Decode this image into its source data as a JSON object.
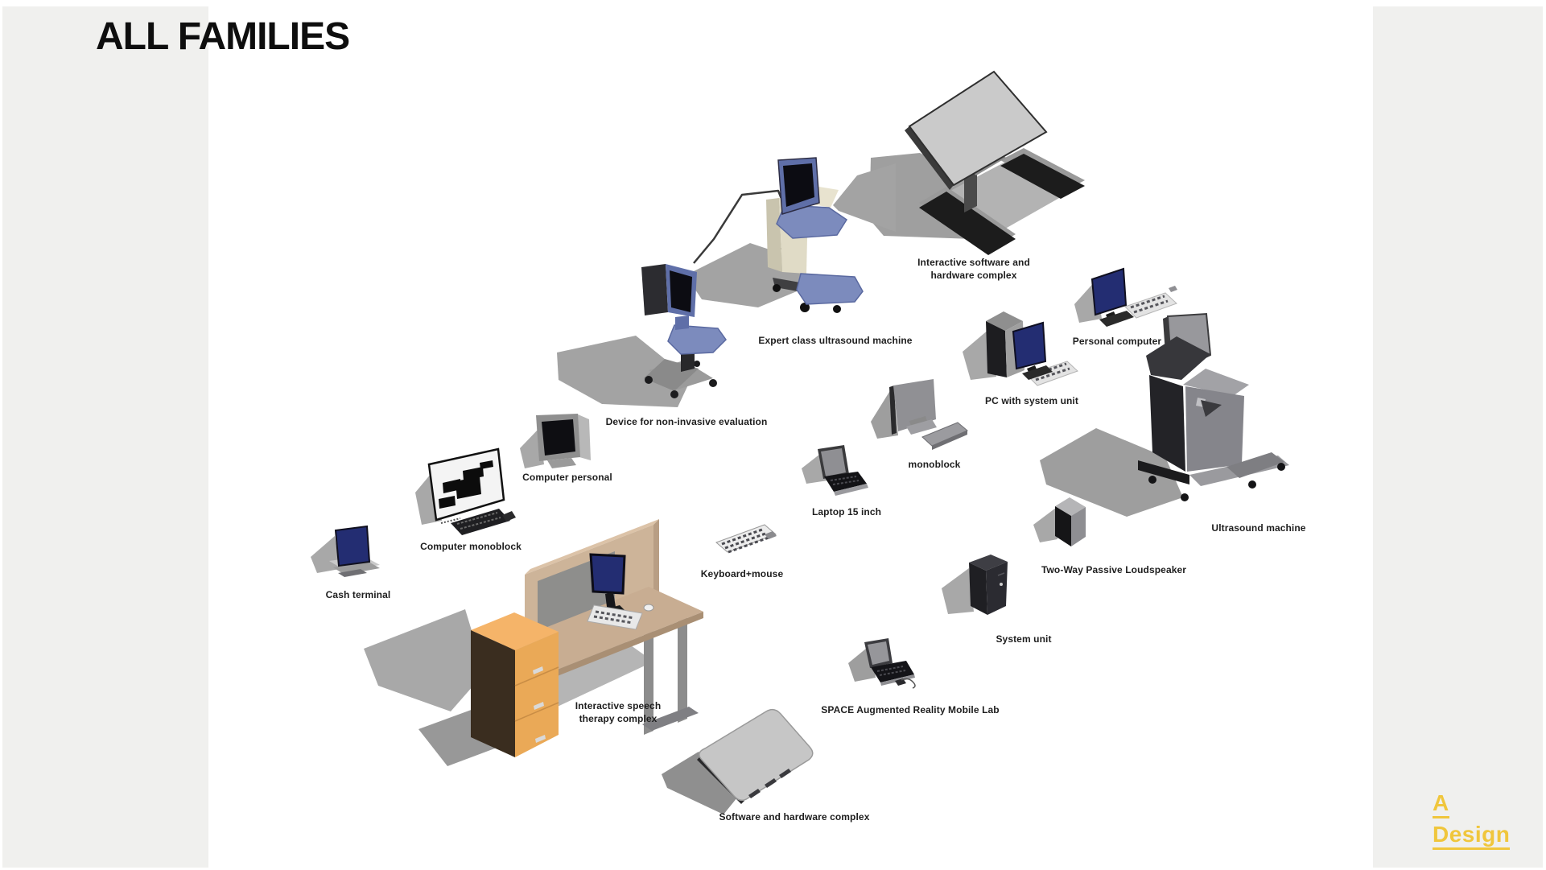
{
  "page": {
    "title": "ALL FAMILIES",
    "background": "#FFFFFF",
    "side_panel_color": "#F0F0EE"
  },
  "logo": {
    "line1": "A",
    "line2": "Design",
    "color": "#F0C63C"
  },
  "labels": [
    {
      "id": "interactive-software-and-hardware-complex",
      "text": "Interactive software and\nhardware complex"
    },
    {
      "id": "expert-class-ultrasound-machine",
      "text": "Expert class ultrasound machine"
    },
    {
      "id": "personal-computer",
      "text": "Personal computer"
    },
    {
      "id": "pc-with-system-unit",
      "text": "PC with system unit"
    },
    {
      "id": "device-for-non-invasive-evaluation",
      "text": "Device for non-invasive evaluation"
    },
    {
      "id": "monoblock",
      "text": "monoblock"
    },
    {
      "id": "computer-personal",
      "text": "Computer personal"
    },
    {
      "id": "laptop-15-inch",
      "text": "Laptop 15 inch"
    },
    {
      "id": "ultrasound-machine",
      "text": "Ultrasound machine"
    },
    {
      "id": "computer-monoblock",
      "text": "Computer monoblock"
    },
    {
      "id": "two-way-passive-loudspeaker",
      "text": "Two-Way Passive Loudspeaker"
    },
    {
      "id": "keyboard-mouse",
      "text": "Keyboard+mouse"
    },
    {
      "id": "cash-terminal",
      "text": "Cash terminal"
    },
    {
      "id": "system-unit",
      "text": "System unit"
    },
    {
      "id": "interactive-speech-therapy-complex",
      "text": "Interactive speech\ntherapy complex"
    },
    {
      "id": "space-augmented-reality-mobile-lab",
      "text": "SPACE Augmented Reality Mobile Lab"
    },
    {
      "id": "software-and-hardware-complex",
      "text": "Software and hardware complex"
    }
  ],
  "models": [
    {
      "name": "interactive-software-hardware-complex-3d"
    },
    {
      "name": "expert-class-ultrasound-cart-3d"
    },
    {
      "name": "personal-computer-3d"
    },
    {
      "name": "pc-with-system-unit-3d"
    },
    {
      "name": "device-non-invasive-evaluation-3d"
    },
    {
      "name": "monoblock-3d"
    },
    {
      "name": "computer-personal-3d"
    },
    {
      "name": "laptop-15-inch-3d"
    },
    {
      "name": "ultrasound-machine-3d"
    },
    {
      "name": "computer-monoblock-3d"
    },
    {
      "name": "two-way-passive-loudspeaker-3d"
    },
    {
      "name": "keyboard-mouse-3d"
    },
    {
      "name": "cash-terminal-3d"
    },
    {
      "name": "system-unit-3d"
    },
    {
      "name": "interactive-speech-therapy-desk-3d"
    },
    {
      "name": "space-ar-mobile-lab-laptop-3d"
    },
    {
      "name": "software-hardware-complex-3d"
    }
  ],
  "colors": {
    "navy_screen": "#232D72",
    "blue_frame": "#5F6FA8",
    "blue_tray": "#7C8BBD",
    "cream_body": "#DFDAC5",
    "shadow_gray": "#A6A6A6",
    "machine_dark": "#232327",
    "desk_tan": "#C8AD92",
    "cabinet_orange": "#EAA957",
    "accent_yellow": "#F0C63C"
  }
}
